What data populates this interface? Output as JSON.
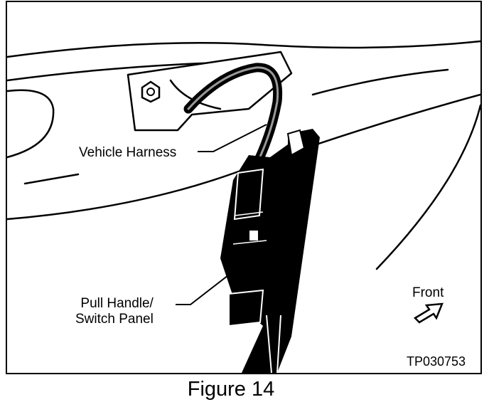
{
  "figure": {
    "labels": {
      "vehicle_harness": "Vehicle Harness",
      "pull_handle_line1": "Pull Handle/",
      "pull_handle_line2": "Switch Panel",
      "front": "Front"
    },
    "code": "TP030753",
    "caption": "Figure 14"
  }
}
